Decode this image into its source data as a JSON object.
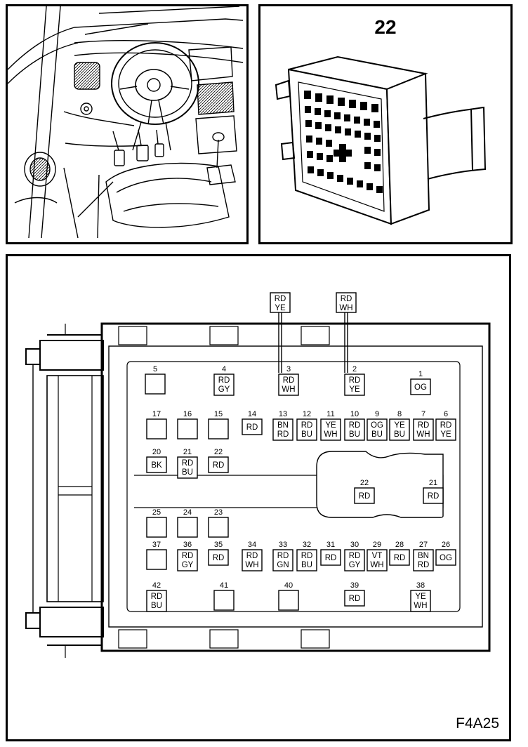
{
  "connector_number": "22",
  "figure_code": "F4A25",
  "wire_callouts": [
    {
      "pin": "3",
      "color": [
        "RD",
        "YE"
      ]
    },
    {
      "pin": "2",
      "color": [
        "RD",
        "WH"
      ]
    }
  ],
  "pins": [
    {
      "n": "1",
      "c": [
        "OG"
      ]
    },
    {
      "n": "2",
      "c": [
        "RD",
        "YE"
      ]
    },
    {
      "n": "3",
      "c": [
        "RD",
        "WH"
      ]
    },
    {
      "n": "4",
      "c": [
        "RD",
        "GY"
      ]
    },
    {
      "n": "5",
      "c": []
    },
    {
      "n": "6",
      "c": [
        "RD",
        "YE"
      ]
    },
    {
      "n": "7",
      "c": [
        "RD",
        "WH"
      ]
    },
    {
      "n": "8",
      "c": [
        "YE",
        "BU"
      ]
    },
    {
      "n": "9",
      "c": [
        "OG",
        "BU"
      ]
    },
    {
      "n": "10",
      "c": [
        "RD",
        "BU"
      ]
    },
    {
      "n": "11",
      "c": [
        "YE",
        "WH"
      ]
    },
    {
      "n": "12",
      "c": [
        "RD",
        "BU"
      ]
    },
    {
      "n": "13",
      "c": [
        "BN",
        "RD"
      ]
    },
    {
      "n": "14",
      "c": [
        "RD"
      ]
    },
    {
      "n": "15",
      "c": []
    },
    {
      "n": "16",
      "c": []
    },
    {
      "n": "17",
      "c": []
    },
    {
      "n": "20",
      "c": [
        "BK"
      ]
    },
    {
      "n": "21",
      "c": [
        "RD",
        "BU"
      ]
    },
    {
      "n": "22",
      "c": [
        "RD"
      ]
    },
    {
      "n": "22",
      "c": [
        "RD"
      ]
    },
    {
      "n": "21",
      "c": [
        "RD"
      ]
    },
    {
      "n": "25",
      "c": []
    },
    {
      "n": "24",
      "c": []
    },
    {
      "n": "23",
      "c": []
    },
    {
      "n": "37",
      "c": []
    },
    {
      "n": "36",
      "c": [
        "RD",
        "GY"
      ]
    },
    {
      "n": "35",
      "c": [
        "RD"
      ]
    },
    {
      "n": "34",
      "c": [
        "RD",
        "WH"
      ]
    },
    {
      "n": "33",
      "c": [
        "RD",
        "GN"
      ]
    },
    {
      "n": "32",
      "c": [
        "RD",
        "BU"
      ]
    },
    {
      "n": "31",
      "c": [
        "RD"
      ]
    },
    {
      "n": "30",
      "c": [
        "RD",
        "GY"
      ]
    },
    {
      "n": "29",
      "c": [
        "VT",
        "WH"
      ]
    },
    {
      "n": "28",
      "c": [
        "RD"
      ]
    },
    {
      "n": "27",
      "c": [
        "BN",
        "RD"
      ]
    },
    {
      "n": "26",
      "c": [
        "OG"
      ]
    },
    {
      "n": "42",
      "c": [
        "RD",
        "BU"
      ]
    },
    {
      "n": "41",
      "c": []
    },
    {
      "n": "40",
      "c": []
    },
    {
      "n": "39",
      "c": [
        "RD"
      ]
    },
    {
      "n": "38",
      "c": [
        "YE",
        "WH"
      ]
    }
  ]
}
